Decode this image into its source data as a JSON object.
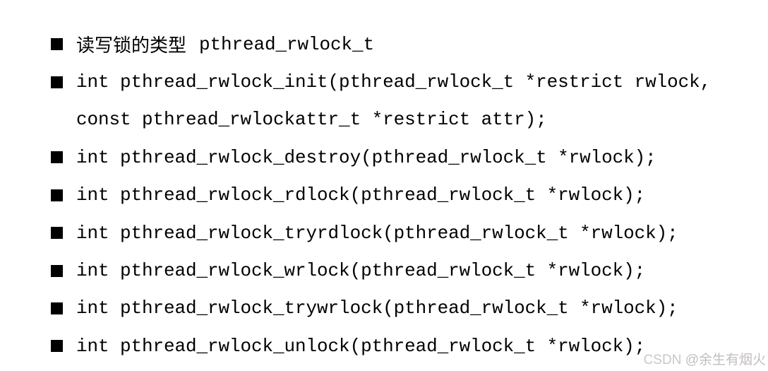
{
  "page": {
    "background": "#ffffff",
    "text_color": "#000000"
  },
  "icons": {
    "bullet": "black-square"
  },
  "list": {
    "items": [
      {
        "cjk": "读写锁的类型",
        "code": "pthread_rwlock_t"
      },
      {
        "code": "int pthread_rwlock_init(pthread_rwlock_t *restrict rwlock,"
      },
      {
        "code": "const pthread_rwlockattr_t *restrict attr);",
        "continuation": true
      },
      {
        "code": "int pthread_rwlock_destroy(pthread_rwlock_t *rwlock);"
      },
      {
        "code": "int pthread_rwlock_rdlock(pthread_rwlock_t *rwlock);"
      },
      {
        "code": "int pthread_rwlock_tryrdlock(pthread_rwlock_t *rwlock);"
      },
      {
        "code": "int pthread_rwlock_wrlock(pthread_rwlock_t *rwlock);"
      },
      {
        "code": "int pthread_rwlock_trywrlock(pthread_rwlock_t *rwlock);"
      },
      {
        "code": "int pthread_rwlock_unlock(pthread_rwlock_t *rwlock);"
      }
    ]
  },
  "watermark": {
    "brand": "CSDN",
    "handle": "@余生有烟火",
    "color": "#c2bebe"
  }
}
